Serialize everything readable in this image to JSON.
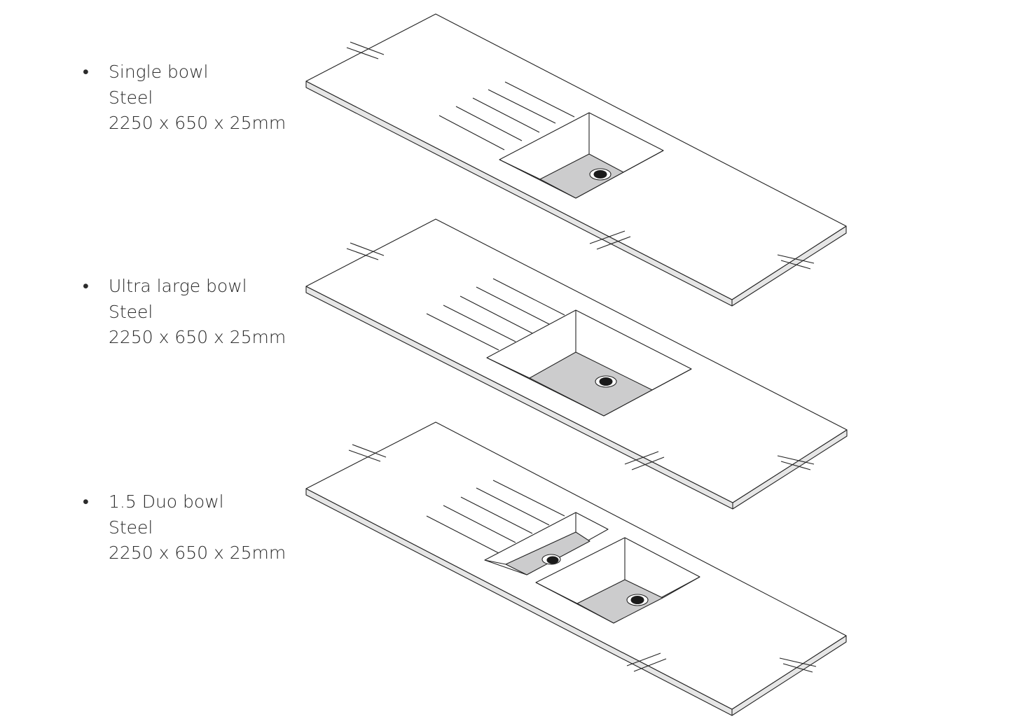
{
  "bullet_glyph": "•",
  "items": [
    {
      "name": "Single bowl",
      "material": "Steel",
      "dimensions": "2250 x 650 x 25mm"
    },
    {
      "name": "Ultra large bowl",
      "material": "Steel",
      "dimensions": "2250 x 650 x 25mm"
    },
    {
      "name": "1.5 Duo bowl",
      "material": "Steel",
      "dimensions": "2250 x 650 x 25mm"
    }
  ],
  "colors": {
    "line": "#222222",
    "edge_fill": "#e6e6e6",
    "bowl_floor": "#cccccd",
    "drain": "#1a1a1a"
  }
}
